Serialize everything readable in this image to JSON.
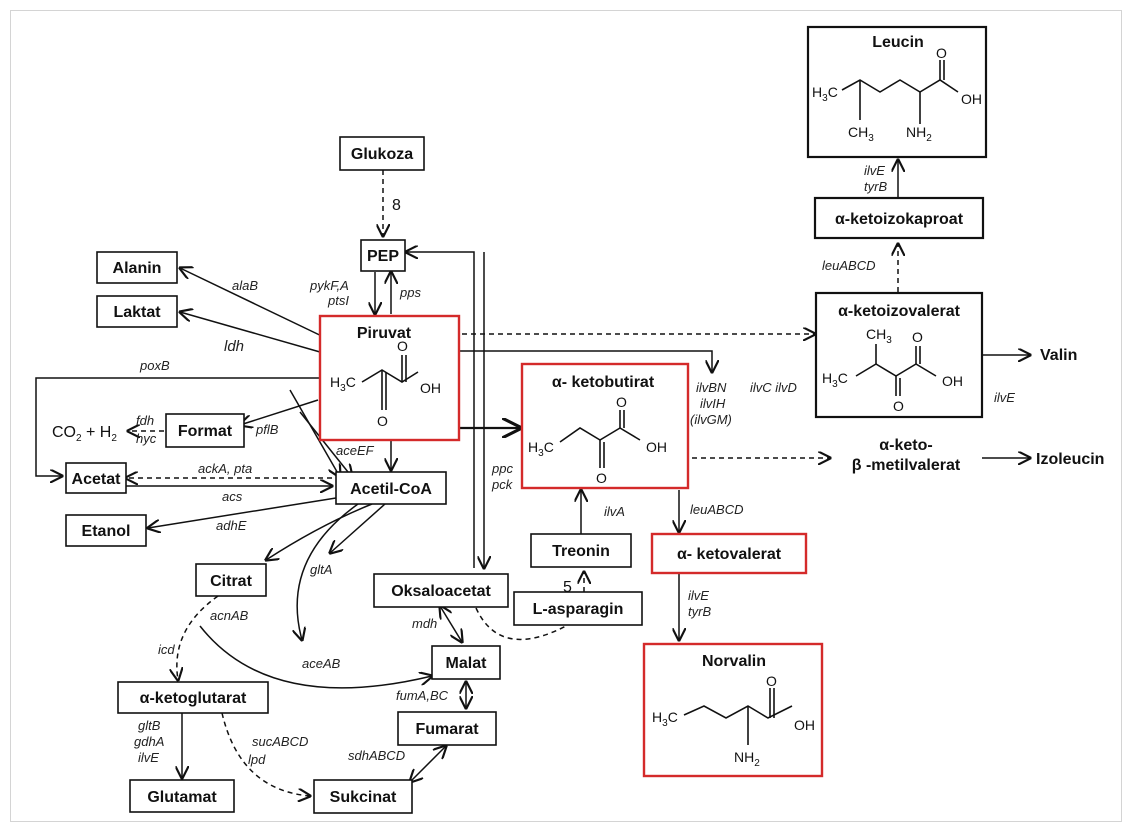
{
  "nodes": {
    "glukoza": "Glukoza",
    "pep": "PEP",
    "alanin": "Alanin",
    "laktat": "Laktat",
    "piruvat": "Piruvat",
    "format": "Format",
    "acetat": "Acetat",
    "etanol": "Etanol",
    "acetil_coa": "Acetil-CoA",
    "citrat": "Citrat",
    "oksaloacetat": "Oksaloacetat",
    "malat": "Malat",
    "fumarat": "Fumarat",
    "sukcinat": "Sukcinat",
    "ketoglutarat": "α-ketoglutarat",
    "glutamat": "Glutamat",
    "ketobutirat": "α- ketobutirat",
    "treonin": "Treonin",
    "l_asparagin": "L-asparagin",
    "ketovalerat": "α- ketovalerat",
    "norvalin": "Norvalin",
    "leucin": "Leucin",
    "ketoizokaproat": "α-ketoizokaproat",
    "ketoizovalerat": "α-ketoizovalerat",
    "valin": "Valin",
    "keto_metil_1": "α-keto-",
    "keto_metil_2": "β -metilvalerat",
    "izoleucin": "Izoleucin",
    "co2": "CO",
    "co2_sub": "2",
    "co2_h2": " + H",
    "h2_sub": "2"
  },
  "genes": {
    "g8": "8",
    "alab": "alaB",
    "pykf": "pykF,A",
    "ptsi": "ptsI",
    "pps": "pps",
    "ldh": "ldh",
    "poxb": "poxB",
    "fdh": "fdh",
    "hyc": "hyc",
    "pflb": "pflB",
    "aceef": "aceEF",
    "ackapta": "ackA, pta",
    "acs": "acs",
    "adhe": "adhE",
    "glta": "gltA",
    "acnab": "acnAB",
    "icd": "icd",
    "aceab": "aceAB",
    "mdh": "mdh",
    "fumabc": "fumA,BC",
    "sdhabcd": "sdhABCD",
    "sucabcd": "sucABCD",
    "lpd": "lpd",
    "gltb": "gltB",
    "gdha": "gdhA",
    "ilve_glu": "ilvE",
    "ppc": "ppc",
    "pck": "pck",
    "g5": "5",
    "ilva": "ilvA",
    "ilvbn": "ilvBN",
    "ilvih": "ilvIH",
    "ilvgm": "(ilvGM)",
    "ilvc_ilvd": "ilvC  ilvD",
    "leuabcd_1": "leuABCD",
    "leuabcd_2": "leuABCD",
    "ilve_nor": "ilvE",
    "tyrb_nor": "tyrB",
    "ilve_leu": "ilvE",
    "tyrb_leu": "tyrB",
    "ilve_val": "ilvE"
  },
  "chem": {
    "h3c": "H",
    "h3c_sub": "3",
    "h3c_c": "C",
    "oh": "OH",
    "o": "O",
    "ch3": "CH",
    "ch3_sub": "3",
    "nh2": "NH",
    "nh2_sub": "2"
  }
}
